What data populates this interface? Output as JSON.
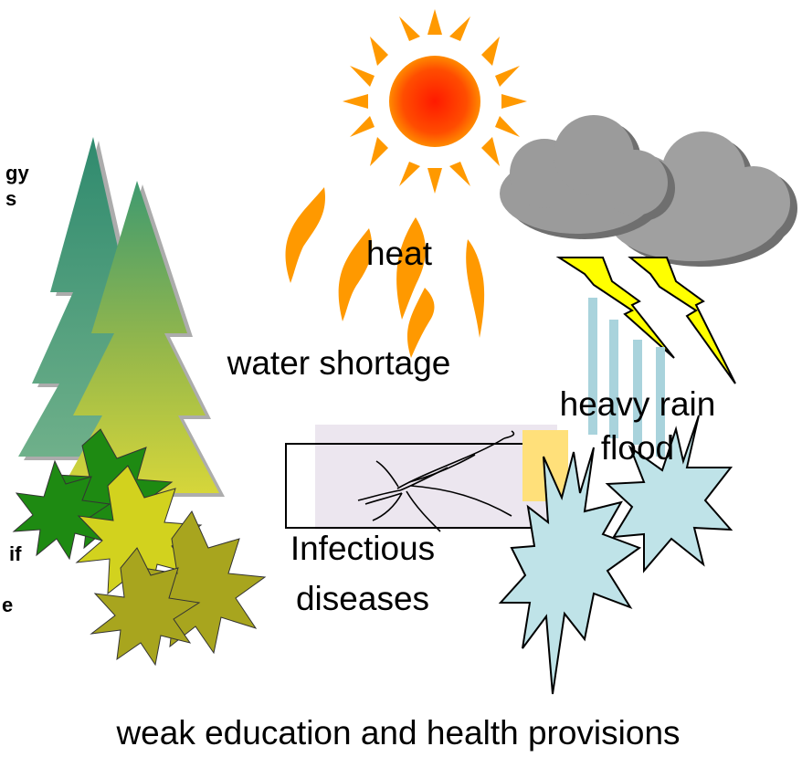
{
  "labels": {
    "heat": "heat",
    "water_shortage": "water shortage",
    "heavy_rain": "heavy rain",
    "flood": "flood",
    "infectious_line1": "Infectious",
    "infectious_line2": "diseases",
    "weak_provisions": "weak education and health provisions",
    "cut_left_1": "gy",
    "cut_left_2": "s",
    "cut_left_3": "if",
    "cut_left_4": "e"
  },
  "colors": {
    "sun_core": "#ff2a00",
    "sun_edge": "#ff8a00",
    "sun_rays": "#ff9900",
    "heat_waves": "#ff9900",
    "cloud": "#9b9b9b",
    "lightning": "#ffff00",
    "rain": "#a9d3dc",
    "splash": "#bfe3e8",
    "tree_back": "#4f9a78",
    "tree_front": "#9aa63a",
    "leaf_green": "#1e8a12",
    "leaf_yellow": "#d2d21e",
    "leaf_olive": "#a8a51e",
    "mosquito_bg": "#ece6ef",
    "yellow_rect": "#ffe07a"
  },
  "icons": [
    "sun-icon",
    "heat-wave-icon",
    "storm-cloud-icon",
    "lightning-icon",
    "rain-icon",
    "flood-splash-icon",
    "pine-tree-icon",
    "leaf-cluster-icon",
    "mosquito-icon"
  ]
}
